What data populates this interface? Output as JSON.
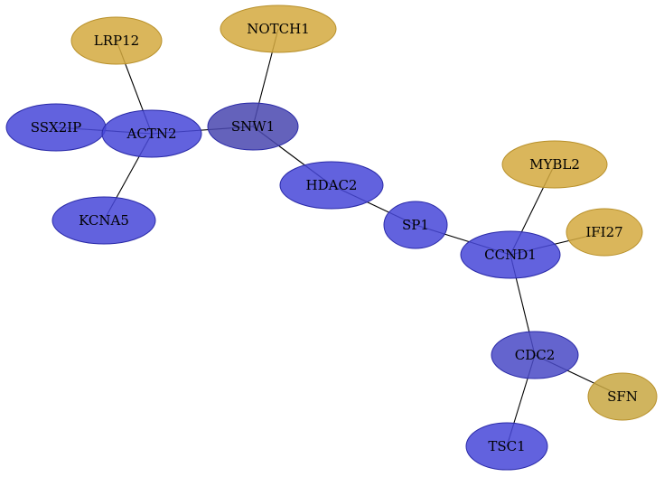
{
  "colors": {
    "blue": "#4848d8",
    "gold": "#d4aa40",
    "edge": "#000000"
  },
  "nodes": [
    {
      "id": "LRP12",
      "label": "LRP12",
      "group": "gold"
    },
    {
      "id": "NOTCH1",
      "label": "NOTCH1",
      "group": "gold"
    },
    {
      "id": "SSX2IP",
      "label": "SSX2IP",
      "group": "blue"
    },
    {
      "id": "ACTN2",
      "label": "ACTN2",
      "group": "blue"
    },
    {
      "id": "SNW1",
      "label": "SNW1",
      "group": "blue"
    },
    {
      "id": "KCNA5",
      "label": "KCNA5",
      "group": "blue"
    },
    {
      "id": "HDAC2",
      "label": "HDAC2",
      "group": "blue"
    },
    {
      "id": "MYBL2",
      "label": "MYBL2",
      "group": "gold"
    },
    {
      "id": "SP1",
      "label": "SP1",
      "group": "blue"
    },
    {
      "id": "IFI27",
      "label": "IFI27",
      "group": "gold"
    },
    {
      "id": "CCND1",
      "label": "CCND1",
      "group": "blue"
    },
    {
      "id": "CDC2",
      "label": "CDC2",
      "group": "blue"
    },
    {
      "id": "SFN",
      "label": "SFN",
      "group": "gold"
    },
    {
      "id": "TSC1",
      "label": "TSC1",
      "group": "blue"
    }
  ],
  "edges": [
    [
      "LRP12",
      "ACTN2"
    ],
    [
      "NOTCH1",
      "SNW1"
    ],
    [
      "SSX2IP",
      "ACTN2"
    ],
    [
      "ACTN2",
      "SNW1"
    ],
    [
      "ACTN2",
      "KCNA5"
    ],
    [
      "SNW1",
      "HDAC2"
    ],
    [
      "HDAC2",
      "SP1"
    ],
    [
      "SP1",
      "CCND1"
    ],
    [
      "MYBL2",
      "CCND1"
    ],
    [
      "IFI27",
      "CCND1"
    ],
    [
      "CCND1",
      "CDC2"
    ],
    [
      "CDC2",
      "SFN"
    ],
    [
      "CDC2",
      "TSC1"
    ]
  ]
}
